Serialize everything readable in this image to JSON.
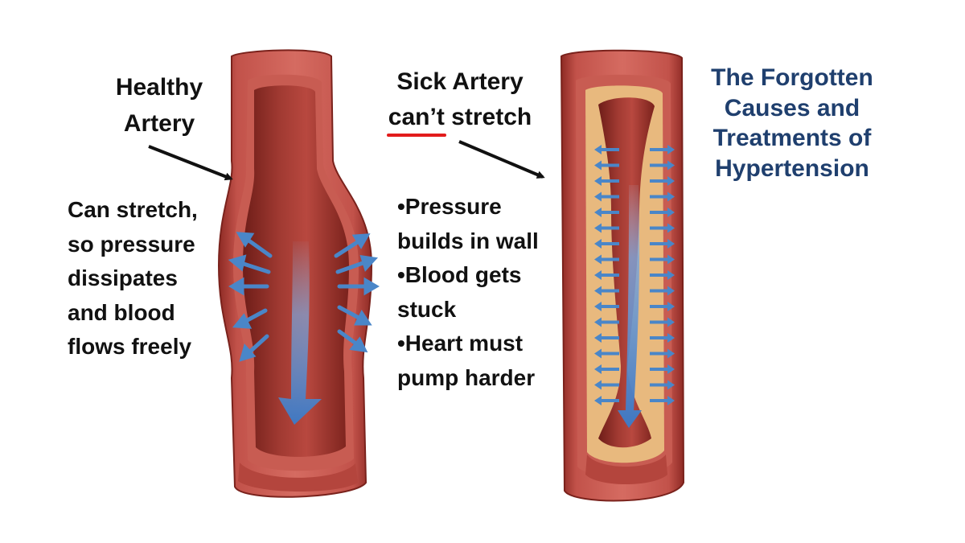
{
  "healthy": {
    "title_lines": [
      "Healthy",
      "Artery"
    ],
    "desc_lines": [
      "Can stretch,",
      "so pressure",
      "dissipates",
      "and blood",
      "flows freely"
    ]
  },
  "sick": {
    "title_line1": "Sick Artery",
    "title_line2_underlined": "can’t",
    "title_line2_rest": " stretch",
    "desc_lines": [
      "•Pressure",
      "builds in wall",
      "•Blood gets",
      "stuck",
      "•Heart must",
      "pump harder"
    ]
  },
  "headline_lines": [
    "The Forgotten",
    "Causes and",
    "Treatments of",
    "Hypertension"
  ],
  "colors": {
    "artery_outer": "#b5403a",
    "artery_inner": "#8e2f29",
    "arrow_blue": "#4a86c8",
    "plaque": "#e8b97e",
    "underline": "#e21b1b",
    "headline": "#1f3f6e"
  },
  "icons": [
    "pointer-arrow",
    "pressure-arrow",
    "blood-flow-arrow"
  ]
}
